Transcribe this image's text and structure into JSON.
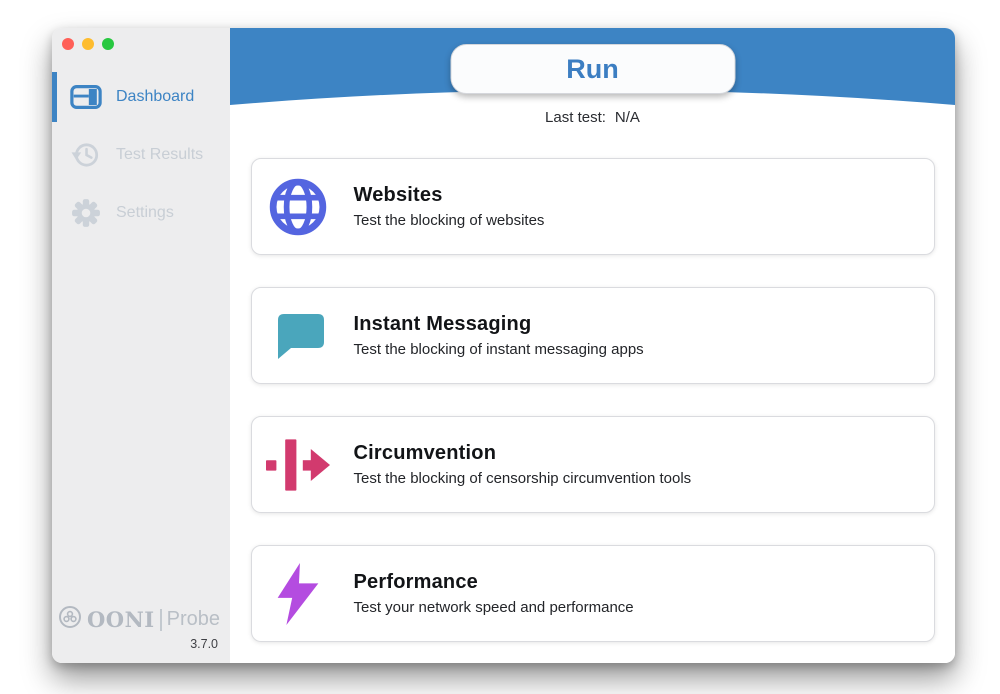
{
  "window": {
    "traffic_lights": [
      "close",
      "minimize",
      "fullscreen"
    ]
  },
  "sidebar": {
    "items": [
      {
        "label": "Dashboard",
        "icon": "dashboard-icon",
        "active": true
      },
      {
        "label": "Test Results",
        "icon": "history-icon",
        "active": false
      },
      {
        "label": "Settings",
        "icon": "gear-icon",
        "active": false
      }
    ],
    "brand": {
      "name": "OONI",
      "product": "Probe",
      "version": "3.7.0"
    }
  },
  "header": {
    "run_label": "Run",
    "last_test_label": "Last test:",
    "last_test_value": "N/A"
  },
  "cards": [
    {
      "title": "Websites",
      "description": "Test the blocking of websites",
      "icon": "globe-icon",
      "color": "#5465e0"
    },
    {
      "title": "Instant Messaging",
      "description": "Test the blocking of instant messaging apps",
      "icon": "chat-bubble-icon",
      "color": "#4aa6bc"
    },
    {
      "title": "Circumvention",
      "description": "Test the blocking of censorship circumvention tools",
      "icon": "circumvention-arrow-icon",
      "color": "#d23a6e"
    },
    {
      "title": "Performance",
      "description": "Test your network speed and performance",
      "icon": "lightning-bolt-icon",
      "color": "#b44ce0"
    }
  ],
  "colors": {
    "accent_blue": "#3d84c4",
    "inactive_gray": "#c8ced5",
    "traffic_red": "#ff5f57",
    "traffic_yellow": "#febc2e",
    "traffic_green": "#28c840"
  }
}
